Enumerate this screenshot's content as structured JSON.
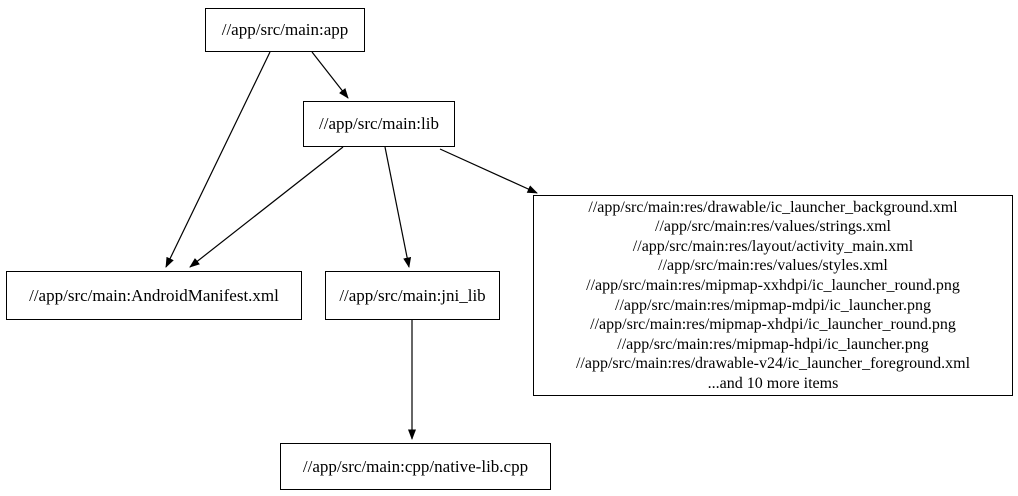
{
  "graph": {
    "nodes": {
      "app": {
        "label": "//app/src/main:app"
      },
      "lib": {
        "label": "//app/src/main:lib"
      },
      "manifest": {
        "label": "//app/src/main:AndroidManifest.xml"
      },
      "jni_lib": {
        "label": "//app/src/main:jni_lib"
      },
      "native_lib": {
        "label": "//app/src/main:cpp/native-lib.cpp"
      },
      "resources": {
        "lines": [
          "//app/src/main:res/drawable/ic_launcher_background.xml",
          "//app/src/main:res/values/strings.xml",
          "//app/src/main:res/layout/activity_main.xml",
          "//app/src/main:res/values/styles.xml",
          "//app/src/main:res/mipmap-xxhdpi/ic_launcher_round.png",
          "//app/src/main:res/mipmap-mdpi/ic_launcher.png",
          "//app/src/main:res/mipmap-xhdpi/ic_launcher_round.png",
          "//app/src/main:res/mipmap-hdpi/ic_launcher.png",
          "//app/src/main:res/drawable-v24/ic_launcher_foreground.xml",
          "...and 10 more items"
        ]
      }
    },
    "edges": [
      {
        "from": "//app/src/main:app",
        "to": "//app/src/main:AndroidManifest.xml"
      },
      {
        "from": "//app/src/main:app",
        "to": "//app/src/main:lib"
      },
      {
        "from": "//app/src/main:lib",
        "to": "//app/src/main:AndroidManifest.xml"
      },
      {
        "from": "//app/src/main:lib",
        "to": "//app/src/main:jni_lib"
      },
      {
        "from": "//app/src/main:lib",
        "to": "resources-group"
      },
      {
        "from": "//app/src/main:jni_lib",
        "to": "//app/src/main:cpp/native-lib.cpp"
      }
    ],
    "colors": {
      "background": "#ffffff",
      "node_border": "#000000",
      "edge": "#000000",
      "text": "#000000"
    }
  }
}
